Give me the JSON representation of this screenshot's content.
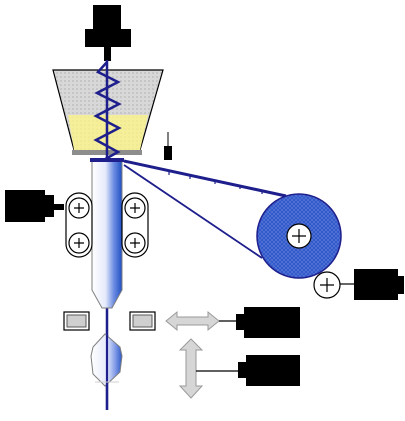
{
  "diagram": {
    "components": [
      {
        "id": "top-motor",
        "kind": "motor"
      },
      {
        "id": "feed-hopper",
        "kind": "hopper"
      },
      {
        "id": "auger-screw",
        "kind": "screw"
      },
      {
        "id": "left-motor",
        "kind": "motor"
      },
      {
        "id": "forming-tube",
        "kind": "tube"
      },
      {
        "id": "belt-rollers",
        "kind": "roller-pairs"
      },
      {
        "id": "film-reel",
        "kind": "reel"
      },
      {
        "id": "reel-drive-motor",
        "kind": "motor"
      },
      {
        "id": "sealing-jaws",
        "kind": "clamp-pair"
      },
      {
        "id": "horizontal-motor",
        "kind": "motor"
      },
      {
        "id": "vertical-motor",
        "kind": "motor"
      },
      {
        "id": "formed-bag",
        "kind": "package"
      }
    ],
    "colors": {
      "motor": "#000000",
      "hopper_fill": "#d8d8d8",
      "hopper_product": "#f5ef9a",
      "screw_line": "#1e1e8c",
      "film_blue": "#2f57c8",
      "gray_arrow": "#d6d6d6"
    }
  }
}
